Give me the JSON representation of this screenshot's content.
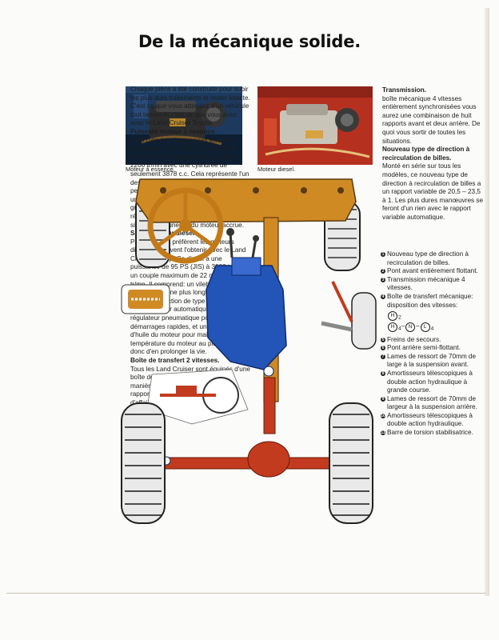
{
  "title": "De la mécanique solide.",
  "left_text": {
    "intro": "Chaque pièce a été construite pour subir les plus durs traitements et rester intacte. C'est ce que vous attendez d'un véhicule tout terrain et c'est ce que vous avez avec le Land Cruiser Toyota.",
    "h1": "Puissant moteur à essence.",
    "p1": "Ce 6 cylindres à soupapes en tête développe 155cv (SAE brut) à 4000 tr/mn avec un couple de 31,7 m-kg à 2200 tr/mn avec une cylindrée de seulement 3878 c.c. Cela représente l'un des moteurs les plus puissants sous un petit volume qui ait jamais été mis dans un véhicule à 4 roues motrices. Cette grande puissance délivrée à un bas régime signifie un fonctionnement plus silencieux et une vie du moteur accrue.",
    "h2": "Solide moteur diesel.",
    "p2": "Pour ceux qui préfèrent les moteurs diesel, ils peuvent l'obtenir avec le Land Cruiser Pickup. Ce diesel a une puissance de 95 PS (JIS) à 3600 tr/mn et un couple maximum de 22 m-kg à 2200 tr/mn. Il comprend: un vilebrequin à 7 paliers pour une plus longue vie, une pompe à injection de type Bosh A avec un distributeur automatique et un régulateur pneumatique pour des démarrages rapides, et un refroidisseur d'huile du moteur pour maintenir la température du moteur au plus bas et donc d'en prolonger la vie.",
    "h3": "Boîte de transfert 2 vitesses.",
    "p3": "Tous les Land Cruiser sont équipés d'une boîte de transfert deux vitesses de manière à avoir un grand choix de rapports disponibles pour vous tirer d'affaire dans les plus mauvais terrains. Elle est à commande mécanique en série."
  },
  "right_text": {
    "h1": "Transmission.",
    "p1": "boîte mécanique 4 vitesses entièrement synchronisées vous aurez une combinaison de huit rapports avant et deux arrière. De quoi vous sortir de toutes les situations.",
    "h2": "Nouveau type de direction à recirculation de billes.",
    "p2": "Monté en série sur tous les modèles, ce nouveau type de direction à recirculation de billes a un rapport variable de 20,5 – 23,5 à 1. Les plus dures manœuvres se feront d'un rien avec le rapport variable automatique."
  },
  "captions": {
    "petrol": "Moteur à essence.",
    "diesel": "Moteur diesel."
  },
  "legend": {
    "items": [
      {
        "num": "1",
        "text": "Nouveau type de direction à recirculation de billes."
      },
      {
        "num": "2",
        "text": "Pont avant entièrement flottant."
      },
      {
        "num": "3",
        "text": "Transmission mécanique 4 vitesses."
      },
      {
        "num": "4",
        "text": "Boîte de transfert mécanique: disposition des vitesses:"
      }
    ],
    "gears": {
      "h": "H",
      "h2": "2",
      "h4": "4",
      "n": "N",
      "l": "L",
      "l4": "4"
    },
    "items2": [
      {
        "num": "5",
        "text": "Freins de secours."
      },
      {
        "num": "6",
        "text": "Pont arrière semi-flottant."
      },
      {
        "num": "7",
        "text": "Lames de ressort de 70mm de large à la suspension avant."
      },
      {
        "num": "8",
        "text": "Amortisseurs télescopiques à double action hydraulique à grande course."
      },
      {
        "num": "9",
        "text": "Lames de ressort de 70mm de largeur à la suspension arrière."
      },
      {
        "num": "10",
        "text": "Amortisseurs télescopiques à double action hydraulique."
      },
      {
        "num": "11",
        "text": "Barre de torsion stabilisatrice."
      }
    ]
  },
  "colors": {
    "frame_orange": "#d08a24",
    "transmission_blue": "#2355b8",
    "axle_red": "#c23b1e"
  }
}
